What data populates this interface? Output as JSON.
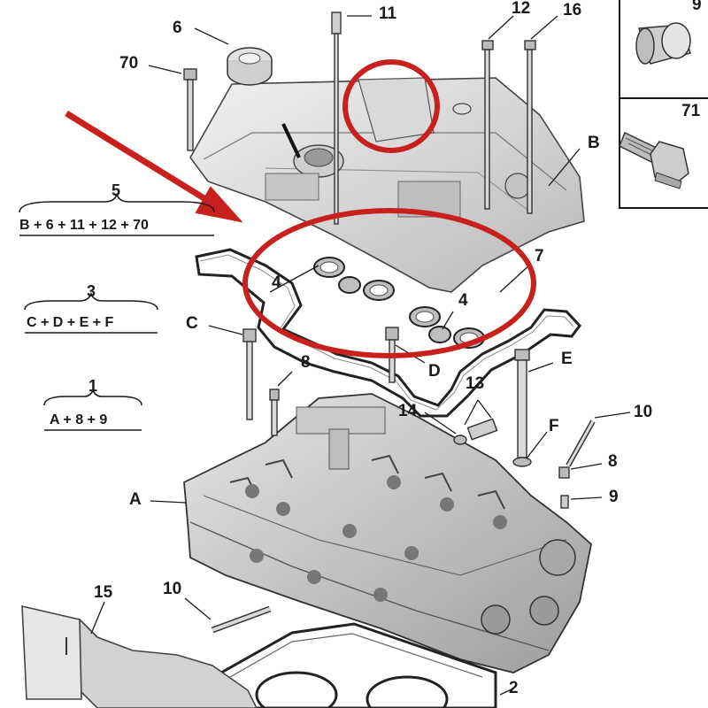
{
  "callouts": {
    "c6": "6",
    "c11": "11",
    "c12": "12",
    "c16": "16",
    "c9_box": "9",
    "c70": "70",
    "c71": "71",
    "cB": "B",
    "c7": "7",
    "c4_left": "4",
    "c4_right": "4",
    "cC": "C",
    "cD": "D",
    "cE": "E",
    "cF": "F",
    "c8_mid": "8",
    "c8_right": "8",
    "c13": "13",
    "c14": "14",
    "c10_upper": "10",
    "c10_lower": "10",
    "c9_right": "9",
    "cA": "A",
    "c15": "15",
    "c2": "2"
  },
  "kits": [
    {
      "number": "5",
      "formula": "B + 6 + 11 + 12 + 70"
    },
    {
      "number": "3",
      "formula": "C + D + E + F"
    },
    {
      "number": "1",
      "formula": "A + 8 + 9"
    }
  ],
  "colors": {
    "highlight": "#c8201c",
    "line": "#1a1a1a",
    "part_fill": "#d6d6d6",
    "part_dark": "#9a9a9a"
  }
}
